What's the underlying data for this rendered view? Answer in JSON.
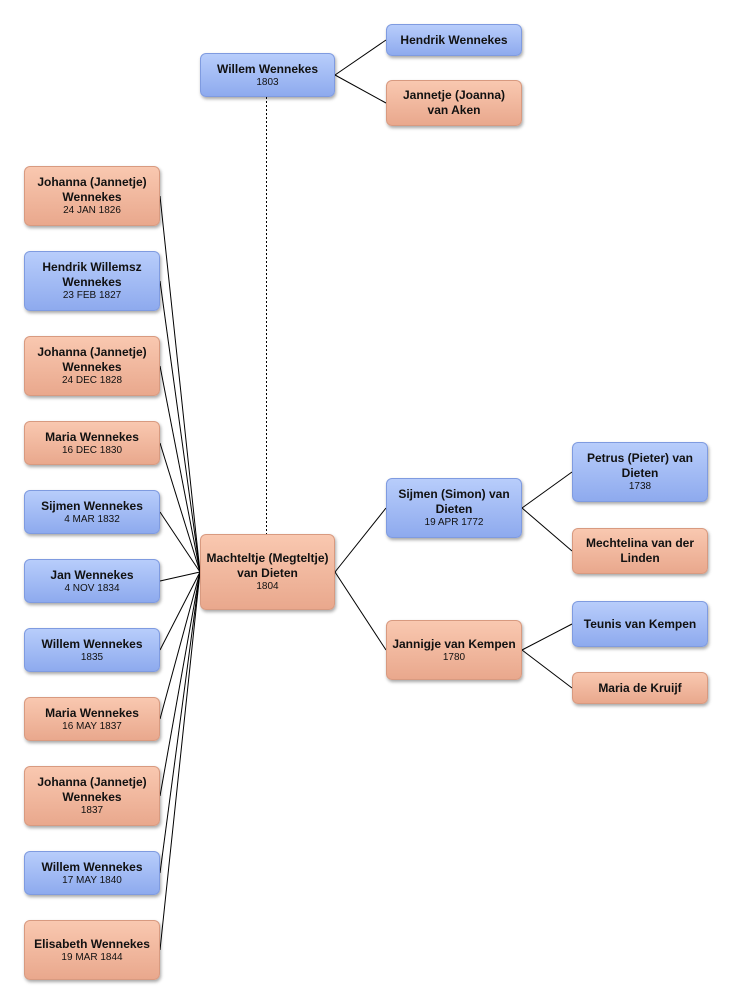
{
  "people": {
    "willem": {
      "name": "Willem Wennekes",
      "date": "1803",
      "sex": "male"
    },
    "hendrik_father": {
      "name": "Hendrik Wennekes",
      "date": "",
      "sex": "male"
    },
    "jannetje_mother": {
      "name": "Jannetje (Joanna) van Aken",
      "date": "",
      "sex": "female"
    },
    "machteltje": {
      "name": "Machteltje (Megteltje) van Dieten",
      "date": "1804",
      "sex": "female"
    },
    "sijmen": {
      "name": "Sijmen (Simon) van Dieten",
      "date": "19 APR 1772",
      "sex": "male"
    },
    "jannigje": {
      "name": "Jannigje van Kempen",
      "date": "1780",
      "sex": "female"
    },
    "petrus": {
      "name": "Petrus (Pieter) van Dieten",
      "date": "1738",
      "sex": "male"
    },
    "mechtelina": {
      "name": "Mechtelina van der Linden",
      "date": "",
      "sex": "female"
    },
    "teunis": {
      "name": "Teunis van Kempen",
      "date": "",
      "sex": "male"
    },
    "maria_kruijf": {
      "name": "Maria de Kruijf",
      "date": "",
      "sex": "female"
    }
  },
  "children": [
    {
      "name": "Johanna (Jannetje) Wennekes",
      "date": "24 JAN 1826",
      "sex": "female"
    },
    {
      "name": "Hendrik Willemsz Wennekes",
      "date": "23 FEB 1827",
      "sex": "male"
    },
    {
      "name": "Johanna (Jannetje) Wennekes",
      "date": "24 DEC 1828",
      "sex": "female"
    },
    {
      "name": "Maria Wennekes",
      "date": "16 DEC 1830",
      "sex": "female"
    },
    {
      "name": "Sijmen Wennekes",
      "date": "4 MAR 1832",
      "sex": "male"
    },
    {
      "name": "Jan Wennekes",
      "date": "4 NOV 1834",
      "sex": "male"
    },
    {
      "name": "Willem Wennekes",
      "date": "1835",
      "sex": "male"
    },
    {
      "name": "Maria Wennekes",
      "date": "16 MAY 1837",
      "sex": "female"
    },
    {
      "name": "Johanna (Jannetje) Wennekes",
      "date": "1837",
      "sex": "female"
    },
    {
      "name": "Willem Wennekes",
      "date": "17 MAY 1840",
      "sex": "male"
    },
    {
      "name": "Elisabeth Wennekes",
      "date": "19 MAR 1844",
      "sex": "female"
    }
  ],
  "colors": {
    "male": "#9fb7f4",
    "female": "#f1b79e",
    "line": "#000000"
  }
}
